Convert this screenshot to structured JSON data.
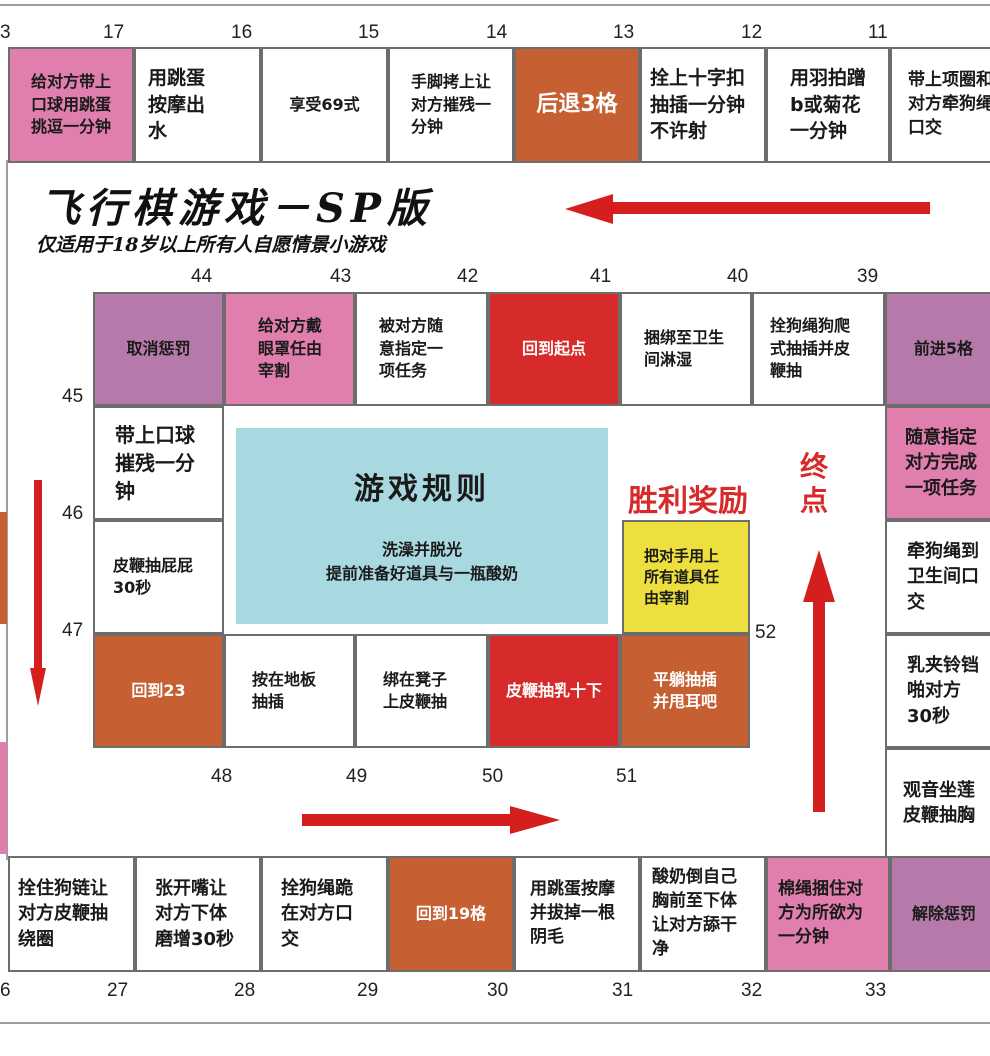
{
  "title": "飞行棋游戏－SP版",
  "subtitle": "仅适用于18岁以上所有人自愿情景小游戏",
  "rules": {
    "heading": "游戏规则",
    "lines": "洗澡并脱光\n提前准备好道具与一瓶酸奶"
  },
  "reward": {
    "heading": "胜利奖励",
    "text": "把对手用上\n所有道具任\n由宰割"
  },
  "finish": "终\n点",
  "top_numbers": [
    "3",
    "17",
    "16",
    "15",
    "14",
    "13",
    "12",
    "11"
  ],
  "top_row": [
    {
      "text": "给对方带上\n口球用跳蛋\n挑逗一分钟"
    },
    {
      "text": "用跳蛋\n按摩出\n水"
    },
    {
      "text": "享受69式"
    },
    {
      "text": "手脚拷上让\n对方摧残一\n分钟"
    },
    {
      "text": "后退3格"
    },
    {
      "text": "拴上十字扣\n抽插一分钟\n不许射"
    },
    {
      "text": "用羽拍蹭\nb或菊花\n一分钟"
    },
    {
      "text": "带上项圈和\n对方牵狗绳\n口交"
    }
  ],
  "inner_numbers": [
    "44",
    "43",
    "42",
    "41",
    "40",
    "39"
  ],
  "inner_top": [
    {
      "text": "取消惩罚"
    },
    {
      "text": "给对方戴\n眼罩任由\n宰割"
    },
    {
      "text": "被对方随\n意指定一\n项任务"
    },
    {
      "text": "回到起点"
    },
    {
      "text": "捆绑至卫生\n间淋湿"
    },
    {
      "text": "拴狗绳狗爬\n式抽插并皮\n鞭抽"
    }
  ],
  "right_col": [
    {
      "text": "前进5格"
    },
    {
      "text": "随意指定\n对方完成\n一项任务"
    },
    {
      "text": "牵狗绳到\n卫生间口\n交"
    },
    {
      "text": "乳夹铃铛\n啪对方\n30秒"
    },
    {
      "text": "观音坐莲\n皮鞭抽胸"
    }
  ],
  "left_inner_numbers": [
    "45",
    "46",
    "47"
  ],
  "left_inner": [
    {
      "text": "带上口球\n摧残一分\n钟"
    },
    {
      "text": "皮鞭抽屁屁\n30秒"
    }
  ],
  "inner_bottom": [
    {
      "text": "回到23"
    },
    {
      "text": "按在地板\n抽插"
    },
    {
      "text": "绑在凳子\n上皮鞭抽"
    },
    {
      "text": "皮鞭抽乳十下"
    },
    {
      "text": "平躺抽插\n并甩耳吧"
    }
  ],
  "inner_bottom_numbers": [
    "48",
    "49",
    "50",
    "51",
    "52"
  ],
  "bottom_row": [
    {
      "text": "拴住狗链让\n对方皮鞭抽\n绕圈"
    },
    {
      "text": "张开嘴让\n对方下体\n磨增30秒"
    },
    {
      "text": "拴狗绳跪\n在对方口\n交"
    },
    {
      "text": "回到19格"
    },
    {
      "text": "用跳蛋按摩\n并拔掉一根\n阴毛"
    },
    {
      "text": "酸奶倒自己\n胸前至下体\n让对方舔干\n净"
    },
    {
      "text": "棉绳捆住对\n方为所欲为\n一分钟"
    },
    {
      "text": "解除惩罚"
    }
  ],
  "bottom_numbers": [
    "6",
    "27",
    "28",
    "29",
    "30",
    "31",
    "32",
    "33"
  ],
  "colors": {
    "pink": "#e07fae",
    "purple": "#b57aaa",
    "orange": "#c65f32",
    "red": "#d72a2a",
    "yellow": "#ecdf3e",
    "rules_bg": "#a9d9e0",
    "arrow": "#d51f1f"
  }
}
